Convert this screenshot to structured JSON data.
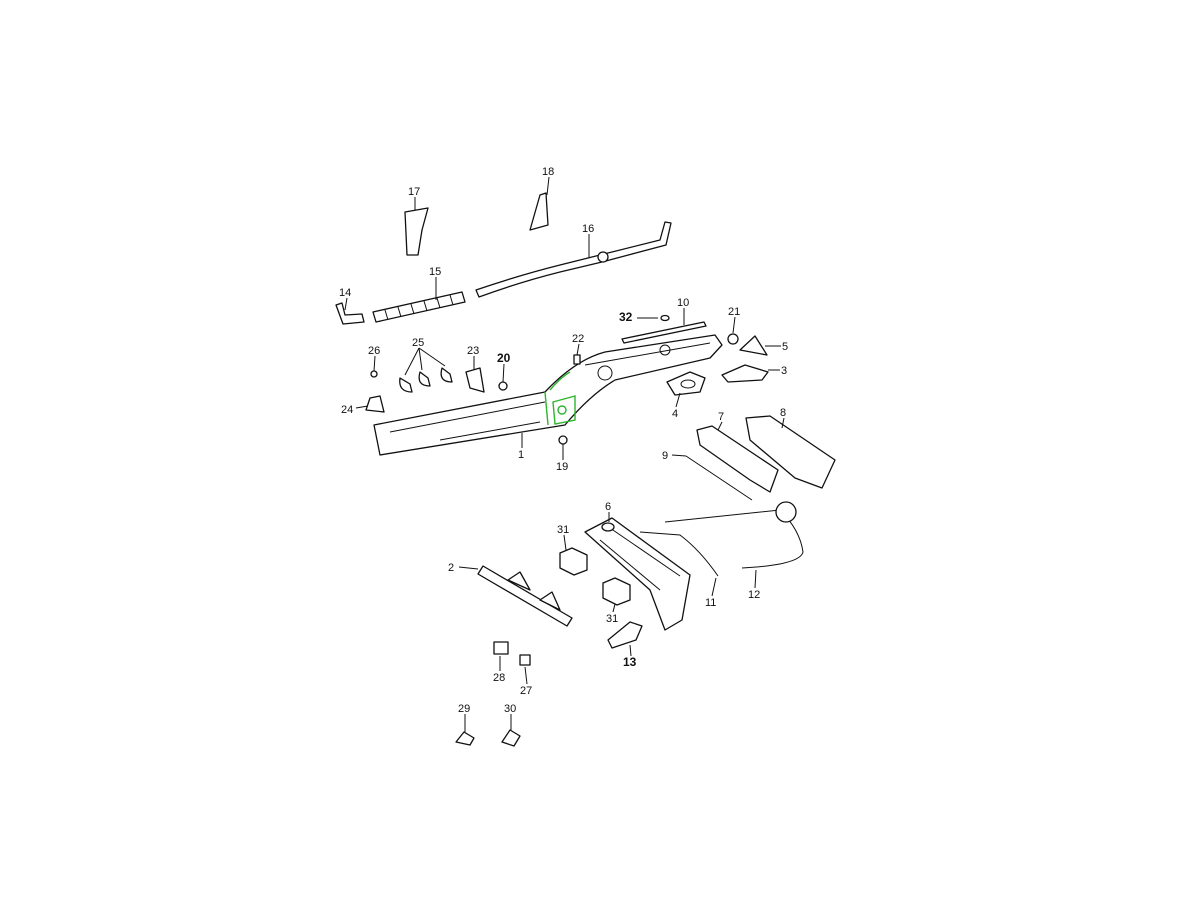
{
  "labels": {
    "p1": "1",
    "p2": "2",
    "p3": "3",
    "p4": "4",
    "p5": "5",
    "p6": "6",
    "p7": "7",
    "p8": "8",
    "p9": "9",
    "p10": "10",
    "p11": "11",
    "p12": "12",
    "p13": "13",
    "p14": "14",
    "p15": "15",
    "p16": "16",
    "p17": "17",
    "p18": "18",
    "p19": "19",
    "p20": "20",
    "p21": "21",
    "p22": "22",
    "p23": "23",
    "p24": "24",
    "p25": "25",
    "p26": "26",
    "p27": "27",
    "p28": "28",
    "p29": "29",
    "p30": "30",
    "p31a": "31",
    "p31b": "31",
    "p32": "32"
  },
  "colors": {
    "highlight": "#2db52d",
    "line": "#111111"
  }
}
